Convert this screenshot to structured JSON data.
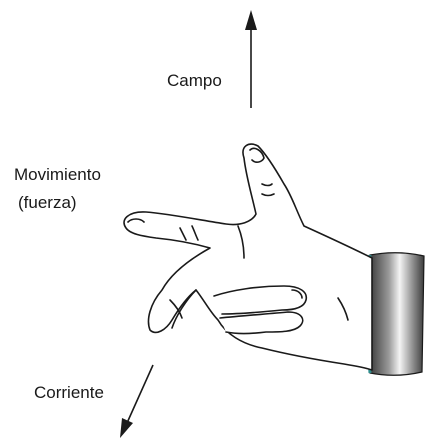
{
  "labels": {
    "field": "Campo",
    "motion_line1": "Movimiento",
    "motion_line2": "(fuerza)",
    "current": "Corriente"
  },
  "colors": {
    "ink": "#1a1a1a",
    "hand_fill": "#ffffff",
    "cuff_dark": "#4a4a4a",
    "cuff_light": "#e8e8e8",
    "cuff_edge": "#2f8f8f"
  },
  "icons": {
    "hand": "right-hand-rule-hand",
    "cuff": "shirt-cuff"
  }
}
